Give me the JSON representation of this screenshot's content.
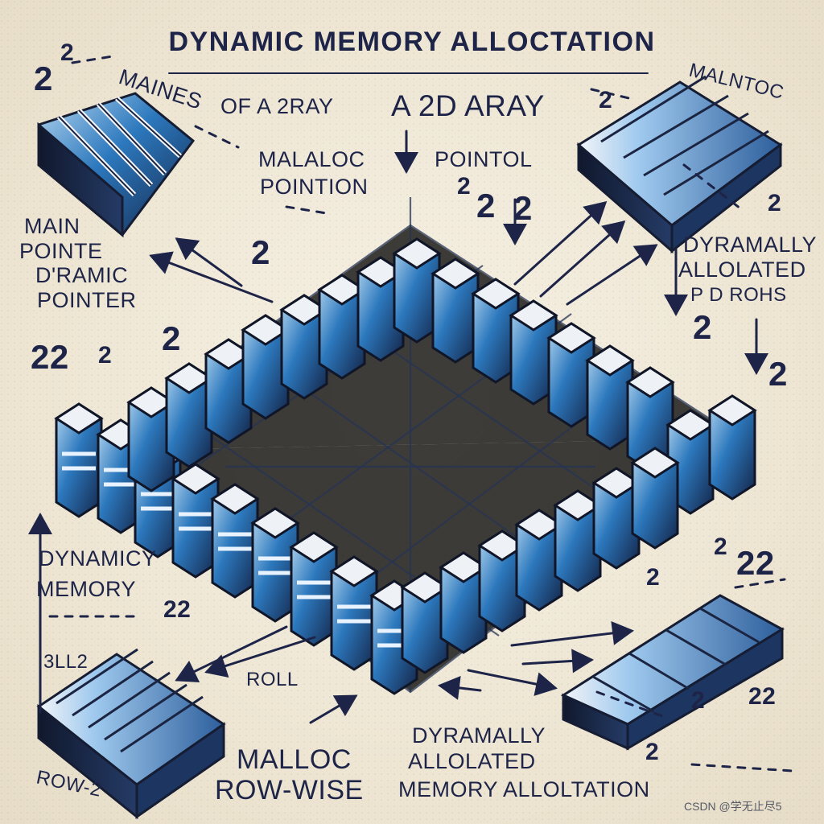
{
  "diagram": {
    "title": "DYNAMIC MEMORY ALLOCTATION",
    "subtitle_left": "OF A 2RAY",
    "subtitle_right": "A 2D ARAY",
    "labels": {
      "top_left": "MAINES",
      "top_right": "MALNTOC",
      "center_left_1": "MALALOC",
      "center_left_2": "POINTION",
      "center_right": "POINTOL",
      "left_1": "MAIN",
      "left_2": "POINTE",
      "left_3": "D'RAMIC",
      "left_4": "POINTER",
      "right_1": "DYRAMALLY",
      "right_2": "ALLOLATED",
      "right_3": "P D ROHS",
      "left_bottom_1": "DYNAMICY",
      "left_bottom_2": "MEMORY",
      "bottom_center_left": "MALLOC",
      "bottom_center_left_2": "ROW-WISE",
      "bottom_center_right_1": "DYRAMALLY",
      "bottom_center_right_2": "ALLOLATED",
      "bottom_center_right_3": "MEMORY ALLOLTATION",
      "bottom_left_corner": "ROW-2",
      "bottom_left_small": "ROLL",
      "tiny_left": "3LL2"
    },
    "numbers": {
      "n1": "2",
      "n2": "2",
      "n3": "2",
      "n4": "2",
      "n5": "2",
      "n6": "2",
      "n7": "2",
      "n8": "2",
      "n9": "2",
      "n10": "22",
      "n11": "22",
      "n12": "22",
      "n13": "2",
      "n14": "2",
      "n15": "2",
      "n16": "2",
      "n17": "2",
      "n18": "2",
      "n19": "22",
      "n20": "2"
    },
    "watermark": "CSDN @学无止尽5"
  }
}
